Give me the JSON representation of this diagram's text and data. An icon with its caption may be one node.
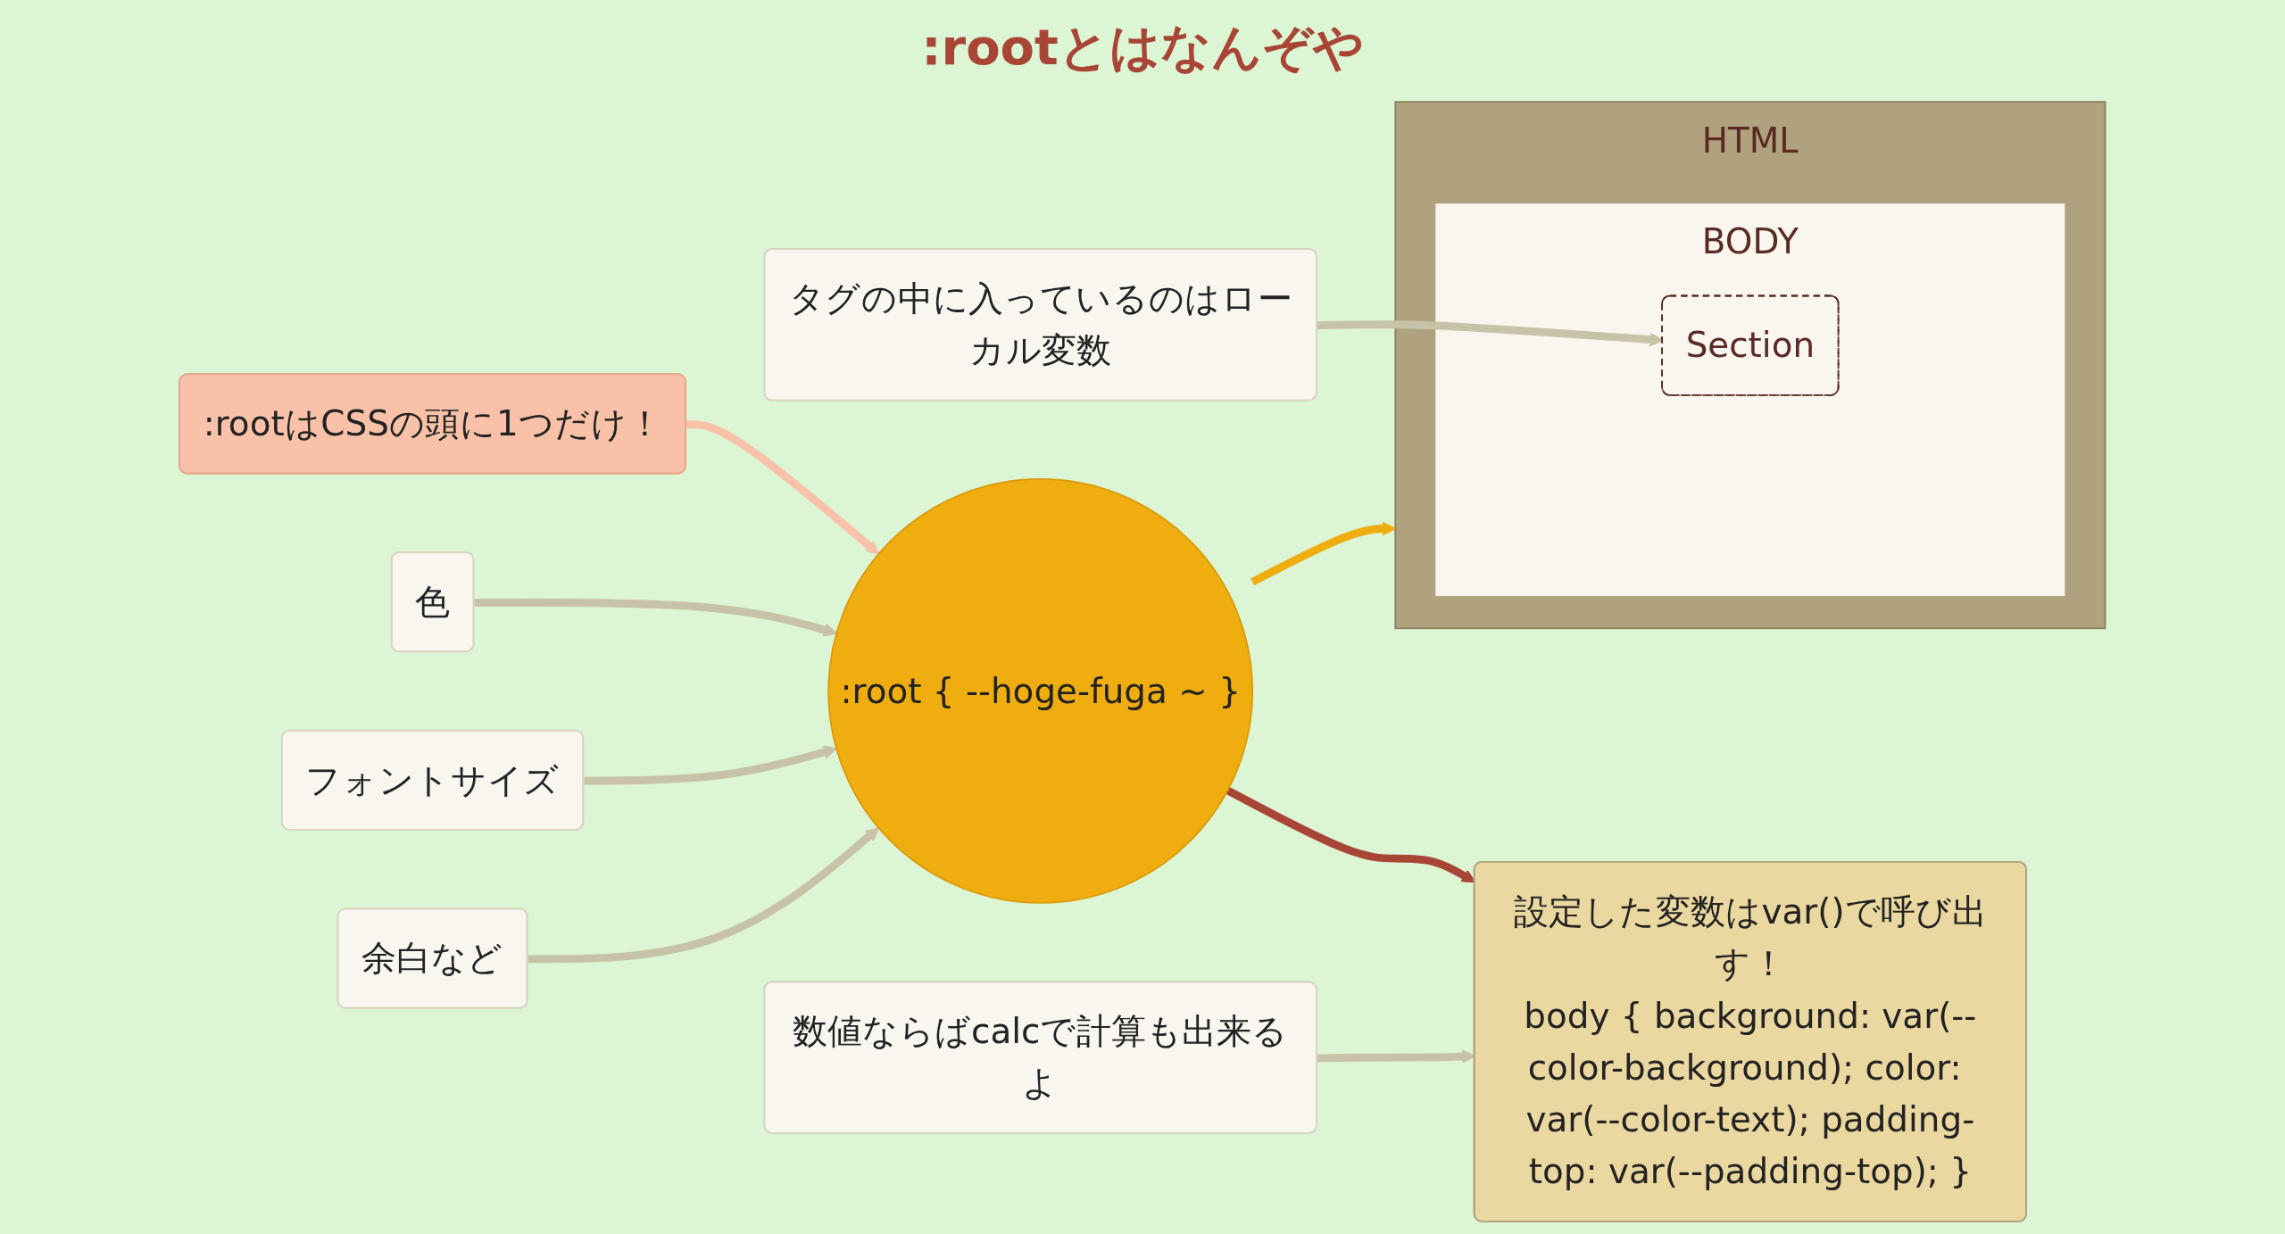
{
  "diagram": {
    "title": ":rootとはなんぞや",
    "nodes": [
      {
        "text": [
          "HTML"
        ]
      },
      {
        "text": [
          "BODY"
        ],
        "in": 0
      },
      {
        "text": [
          "Section"
        ],
        "in": 1
      },
      {
        "text": [
          ":root { --hoge-fuga ~ }"
        ]
      },
      {
        "text": [
          ":rootはCSSの頭に1つだけ！"
        ]
      },
      {
        "text": [
          "色"
        ]
      },
      {
        "text": [
          "フォントサイズ"
        ]
      },
      {
        "text": [
          "余白など"
        ]
      },
      {
        "text": [
          "設定した変数はvar()で呼び出す！",
          "body { background: var(--color-background); color: var(--color-text); padding-top: var(--padding-top); }"
        ]
      },
      {
        "text": [
          "数値ならばcalcで計算も出来るよ"
        ]
      },
      {
        "text": [
          "タグの中に入っているのはローカル変数"
        ]
      }
    ],
    "edges": [
      {
        "from": 3,
        "to": 0,
        "arrow": "to",
        "color": "#f0ad10"
      },
      {
        "from": 4,
        "to": 3,
        "arrow": "to",
        "color": "#f9c2a8"
      },
      {
        "from": 5,
        "to": 3,
        "arrow": "to"
      },
      {
        "from": 3,
        "to": 8,
        "arrow": "to",
        "color": "#a84535"
      },
      {
        "from": 6,
        "to": 3,
        "arrow": "to"
      },
      {
        "from": 7,
        "to": 3,
        "arrow": "to"
      },
      {
        "from": 9,
        "to": 8,
        "arrow": "to"
      },
      {
        "from": 10,
        "to": 2,
        "arrow": "to"
      }
    ]
  }
}
